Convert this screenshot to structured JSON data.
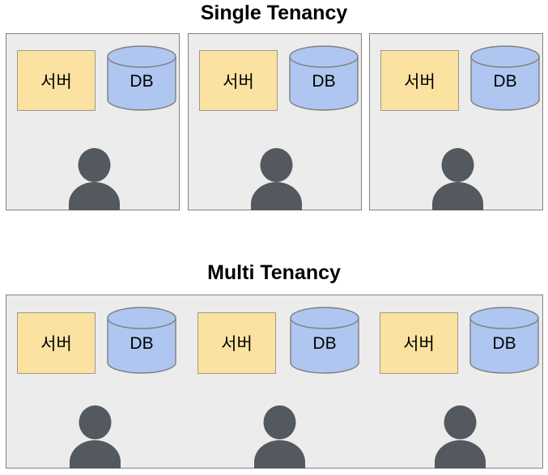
{
  "diagram": {
    "background_color": "#ffffff",
    "panel_fill": "#ECECEC",
    "panel_border": "#828282",
    "server_fill": "#FBE2A0",
    "server_border": "#9A9A8C",
    "db_fill": "#AEC6F0",
    "db_border": "#7F7F7F",
    "person_fill": "#53595E",
    "text_color": "#000000"
  },
  "sections": [
    {
      "id": "single-tenancy",
      "title": "Single Tenancy",
      "tenants": [
        {
          "server_label": "서버",
          "db_label": "DB",
          "user_icon": "person-icon"
        },
        {
          "server_label": "서버",
          "db_label": "DB",
          "user_icon": "person-icon"
        },
        {
          "server_label": "서버",
          "db_label": "DB",
          "user_icon": "person-icon"
        }
      ]
    },
    {
      "id": "multi-tenancy",
      "title": "Multi Tenancy",
      "tenants": [
        {
          "server_label": "서버",
          "db_label": "DB",
          "user_icon": "person-icon"
        },
        {
          "server_label": "서버",
          "db_label": "DB",
          "user_icon": "person-icon"
        },
        {
          "server_label": "서버",
          "db_label": "DB",
          "user_icon": "person-icon"
        }
      ]
    }
  ]
}
